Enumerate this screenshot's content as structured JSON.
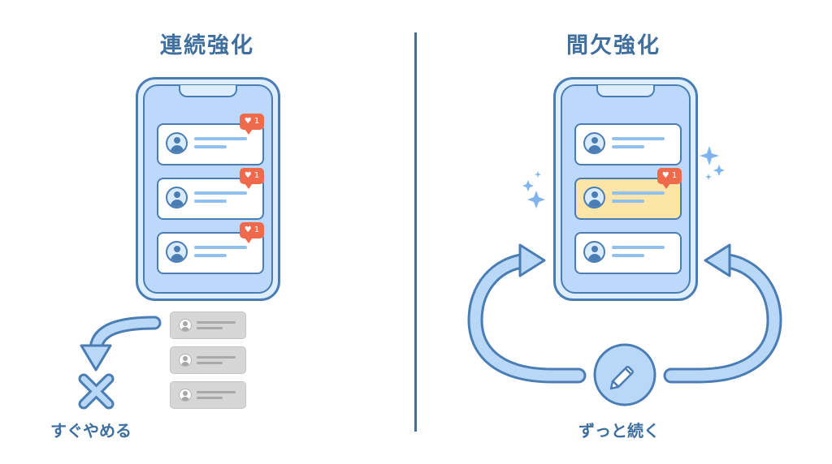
{
  "left": {
    "title": "連続強化",
    "caption": "すぐやめる"
  },
  "right": {
    "title": "間欠強化",
    "caption": "ずっと続く"
  },
  "badge": {
    "icon": "heart-icon",
    "count": "1"
  },
  "colors": {
    "primary": "#4a7db3",
    "screen": "#bcd9fb",
    "badge": "#ef6a4d",
    "highlight": "#fde5a8",
    "faded": "#d6d6d6"
  }
}
